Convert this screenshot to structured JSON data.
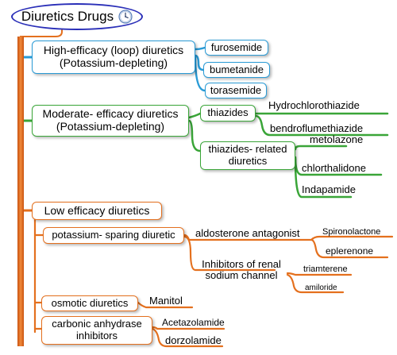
{
  "root": {
    "title": "Diuretics Drugs",
    "icon": "clock-icon"
  },
  "high_efficacy": {
    "title_line1": "High-efficacy (loop) diuretics",
    "title_line2": "(Potassium-depleting)",
    "drugs": [
      "furosemide",
      "bumetanide",
      "torasemide"
    ]
  },
  "moderate_efficacy": {
    "title_line1": "Moderate- efficacy diuretics",
    "title_line2": "(Potassium-depleting)",
    "thiazides": {
      "label": "thiazides",
      "drugs": [
        "Hydrochlorothiazide",
        "bendroflumethiazide"
      ]
    },
    "thiazide_related": {
      "label_line1": "thiazides- related",
      "label_line2": "diuretics",
      "drugs": [
        "metolazone",
        "chlorthalidone",
        "Indapamide"
      ]
    }
  },
  "low_efficacy": {
    "title": "Low efficacy diuretics",
    "potassium_sparing": {
      "label": "potassium- sparing diuretic",
      "aldosterone": {
        "label": "aldosterone antagonist",
        "drugs": [
          "Spironolactone",
          "eplerenone"
        ]
      },
      "renal_sodium": {
        "label_line1": "Inhibitors of renal",
        "label_line2": "sodium channel",
        "drugs": [
          "triamterene",
          "amiloride"
        ]
      }
    },
    "osmotic": {
      "label": "osmotic diuretics",
      "drugs": [
        "Manitol"
      ]
    },
    "carbonic": {
      "label_line1": "carbonic anhydrase",
      "label_line2": "inhibitors",
      "drugs": [
        "Acetazolamide",
        "dorzolamide"
      ]
    }
  },
  "colors": {
    "blue": "#2a9bd6",
    "green": "#3aa538",
    "orange": "#e4701e",
    "root_border": "#2a2fb8"
  }
}
